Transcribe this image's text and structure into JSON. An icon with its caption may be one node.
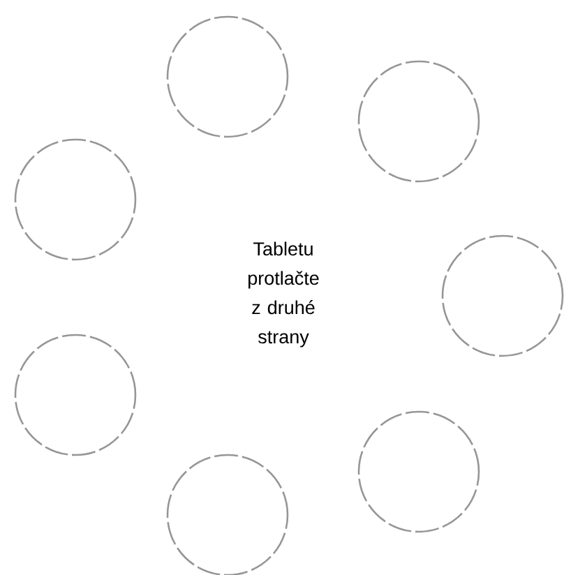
{
  "diagram": {
    "nodes": [
      {
        "text": [],
        "shape": "circle"
      },
      {
        "text": [],
        "shape": "circle"
      },
      {
        "text": [],
        "shape": "circle"
      },
      {
        "text": [],
        "shape": "circle"
      },
      {
        "text": [],
        "shape": "circle"
      },
      {
        "text": [],
        "shape": "circle"
      },
      {
        "text": [],
        "shape": "circle"
      }
    ],
    "labels": [
      "Tabletu protlačte z druhé strany"
    ]
  }
}
